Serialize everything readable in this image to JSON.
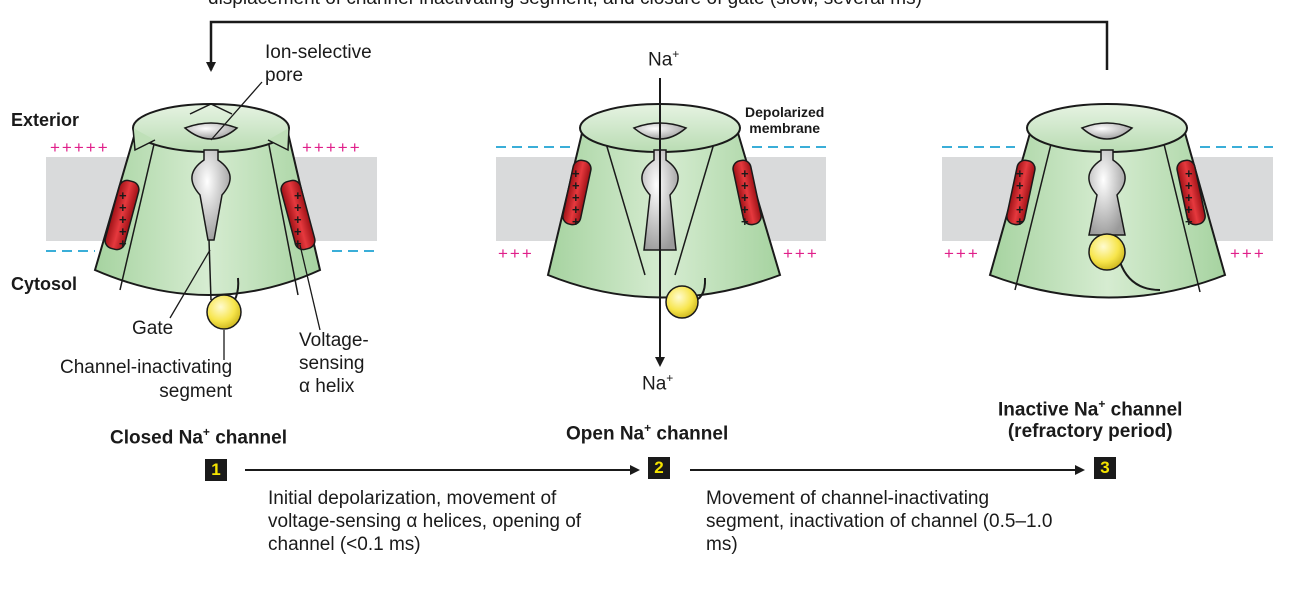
{
  "top_caption": "displacement of channel-inactivating segment, and closure of gate (slow, several ms)",
  "labels": {
    "exterior": "Exterior",
    "cytosol": "Cytosol",
    "ion_selective_pore": "Ion-selective\npore",
    "gate": "Gate",
    "channel_inactivating_segment": "Channel-inactivating\nsegment",
    "voltage_sensing_helix": "Voltage-\nsensing\nα helix",
    "depolarized_membrane": "Depolarized\nmembrane",
    "na_top": "Na",
    "na_bottom": "Na",
    "charge_plus": "+",
    "membrane_charges": {
      "plus5": "+++++",
      "plus3": "+++"
    }
  },
  "channels": [
    {
      "title": "Closed Na",
      "title_suffix": " channel",
      "step": "1"
    },
    {
      "title": "Open Na",
      "title_suffix": " channel",
      "step": "2"
    },
    {
      "title_line1": "Inactive Na",
      "title_line1_suffix": " channel",
      "title_line2": "(refractory period)",
      "step": "3"
    }
  ],
  "transitions": [
    {
      "text": "Initial depolarization, movement of voltage-sensing α helices, opening of channel (<0.1 ms)"
    },
    {
      "text": "Movement of channel-inactivating segment, inactivation of channel (0.5–1.0 ms)"
    }
  ],
  "colors": {
    "membrane": "#d9dadb",
    "channel_green": "#bfe0b8",
    "channel_dark": "#8fc28a",
    "helix_red": "#d8262c",
    "ball_yellow": "#f7e54b",
    "plus_magenta": "#e0208a",
    "minus_cyan": "#3aaed8",
    "step_box": "#1a1a1a",
    "step_number": "#f5e400"
  }
}
